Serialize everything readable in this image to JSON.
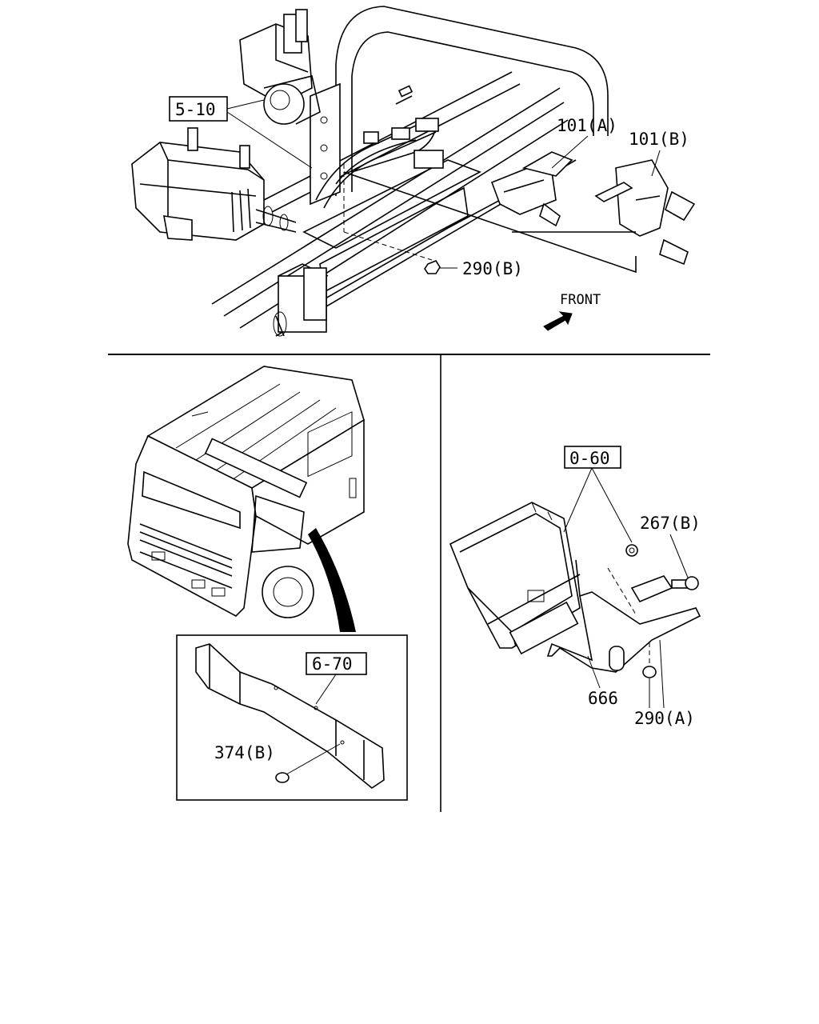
{
  "labels": {
    "ref_5_10": "5-10",
    "ref_0_60": "0-60",
    "ref_6_70": "6-70",
    "part_101a": "101(A)",
    "part_101b": "101(B)",
    "part_290b": "290(B)",
    "part_290a": "290(A)",
    "part_267b": "267(B)",
    "part_666": "666",
    "part_374b": "374(B)",
    "front": "FRONT"
  }
}
